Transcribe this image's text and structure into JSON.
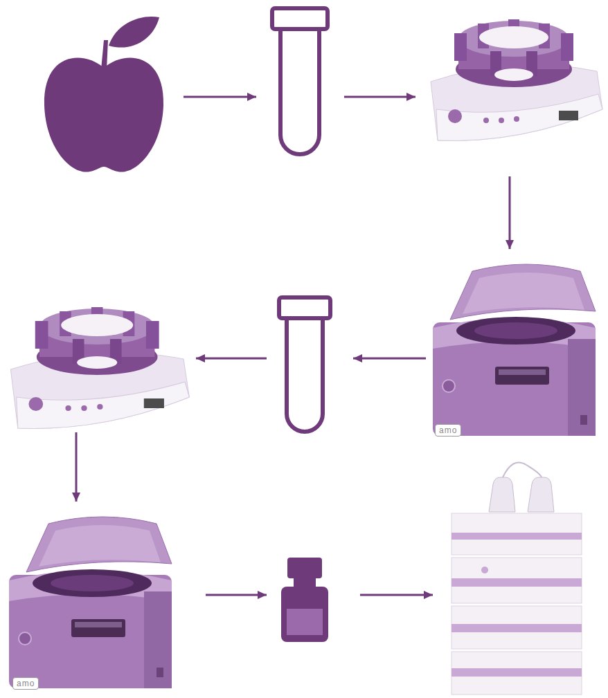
{
  "diagram": {
    "nodes": [
      {
        "text": []
      },
      {
        "text": []
      },
      {
        "text": []
      },
      {
        "text": [
          "amo"
        ]
      },
      {
        "text": []
      },
      {
        "text": []
      },
      {
        "text": [
          "amo"
        ]
      },
      {
        "text": []
      },
      {
        "text": []
      }
    ],
    "edges": [
      {
        "from": 0,
        "to": 1,
        "arrow": "to"
      },
      {
        "from": 1,
        "to": 2,
        "arrow": "to"
      },
      {
        "from": 2,
        "to": 3,
        "arrow": "to"
      },
      {
        "from": 3,
        "to": 4,
        "arrow": "to"
      },
      {
        "from": 4,
        "to": 5,
        "arrow": "to"
      },
      {
        "from": 5,
        "to": 6,
        "arrow": "to"
      },
      {
        "from": 6,
        "to": 7,
        "arrow": "to"
      },
      {
        "from": 7,
        "to": 8,
        "arrow": "to"
      }
    ]
  }
}
